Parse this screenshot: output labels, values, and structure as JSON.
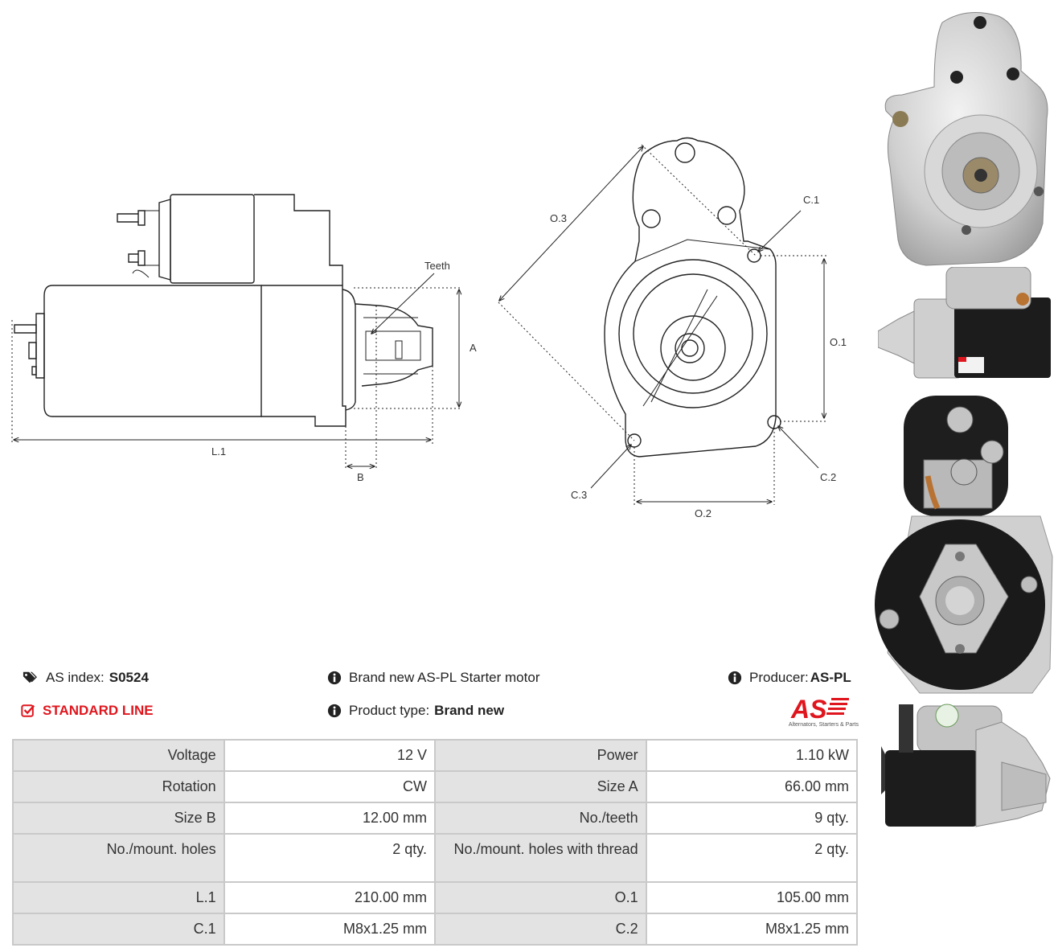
{
  "drawing_labels": {
    "teeth": "Teeth",
    "a": "A",
    "l1": "L.1",
    "b": "B",
    "o3": "O.3",
    "c1": "C.1",
    "o1": "O.1",
    "c2": "C.2",
    "c3": "C.3",
    "o2": "O.2"
  },
  "info": {
    "as_index_label": "AS index:",
    "as_index_value": "S0524",
    "brand_text": "Brand new AS-PL Starter motor",
    "producer_label": "Producer:",
    "producer_value": "AS-PL",
    "standard_line": "STANDARD LINE",
    "product_type_label": "Product type:",
    "product_type_value": "Brand new"
  },
  "logo": {
    "text": "AS",
    "tagline": "Alternators, Starters & Parts",
    "color": "#e0161e"
  },
  "specs": [
    {
      "label1": "Voltage",
      "value1": "12 V",
      "label2": "Power",
      "value2": "1.10 kW"
    },
    {
      "label1": "Rotation",
      "value1": "CW",
      "label2": "Size A",
      "value2": "66.00 mm"
    },
    {
      "label1": "Size B",
      "value1": "12.00 mm",
      "label2": "No./teeth",
      "value2": "9 qty."
    },
    {
      "label1": "No./mount. holes",
      "value1": "2 qty.",
      "label2": "No./mount. holes with thread",
      "value2": "2 qty."
    },
    {
      "label1": "L.1",
      "value1": "210.00 mm",
      "label2": "O.1",
      "value2": "105.00 mm"
    },
    {
      "label1": "C.1",
      "value1": "M8x1.25 mm",
      "label2": "C.2",
      "value2": "M8x1.25 mm"
    }
  ],
  "icons": {
    "tag": "tags-icon",
    "info": "info-circle-icon",
    "check": "check-square-icon"
  }
}
